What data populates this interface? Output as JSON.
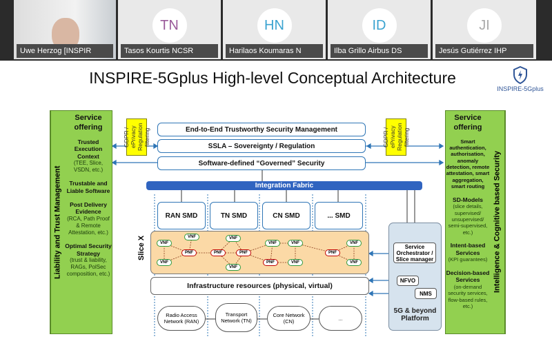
{
  "participants": [
    {
      "name": "Uwe Herzog [INSPIR",
      "initials": ""
    },
    {
      "name": "Tasos Kourtis NCSR",
      "initials": "TN",
      "color": "#9a5a9a"
    },
    {
      "name": "Harilaos Koumaras N",
      "initials": "HN",
      "color": "#3aa3d0"
    },
    {
      "name": "Ilba Grillo Airbus DS",
      "initials": "ID",
      "color": "#3aa3d0"
    },
    {
      "name": "Jesús Gutiérrez IHP",
      "initials": "JI",
      "color": "#aaaaaa"
    }
  ],
  "slide": {
    "title": "INSPIRE-5Gplus High-level Conceptual Architecture",
    "logo_text": "INSPIRE-5Gplus",
    "left_label": "Liability and Trust Management",
    "right_label": "Intelligence & Cognitive based Security",
    "service_offering": "Service offering",
    "left_items": [
      {
        "title": "Trusted Execution Context",
        "detail": "(TEE, Slice, VSDN, etc.)"
      },
      {
        "title": "Trustable and Liable Software",
        "detail": ""
      },
      {
        "title": "Post Delivery Evidence",
        "detail": "(RCA, Path Proof & Remote Attestation, etc.)"
      },
      {
        "title": "Optimal Security Strategy",
        "detail": "(trust & liability, RAGs, PolSec composition, etc.)"
      }
    ],
    "right_items": [
      {
        "title": "Smart authentication, authorisation, anomaly detection, remote attestation, smart aggregation, smart routing",
        "detail": ""
      },
      {
        "title": "SD-Models",
        "detail": "(slice details, supervised/ unsupervised/ semi-supervised, etc.)"
      },
      {
        "title": "Intent-based Services",
        "detail": "(KPI guarantees)"
      },
      {
        "title": "Decision-based Services",
        "detail": "(on-demand security services, flow-based rules, etc.)"
      }
    ],
    "gdpr": "GDPR / ePrivacy Regulation filtering",
    "layers": [
      "End-to-End Trustworthy Security Management",
      "SSLA – Sovereignty / Regulation",
      "Software-defined “Governed” Security"
    ],
    "fabric": "Integration Fabric",
    "smds": [
      "RAN SMD",
      "TN SMD",
      "CN SMD",
      "... SMD"
    ],
    "slice_label": "Slice X",
    "vnf": "VNF",
    "pnf": "PNF",
    "infra": "Infrastructure resources (physical, virtual)",
    "clouds": [
      "Radio Access Network (RAN)",
      "Transport Network (TN)",
      "Core Network (CN)",
      "..."
    ],
    "orchestrator": "Service Orchestrator / Slice manager",
    "nfvo": "NFVO",
    "nms": "NMS",
    "platform": "5G & beyond Platform"
  }
}
